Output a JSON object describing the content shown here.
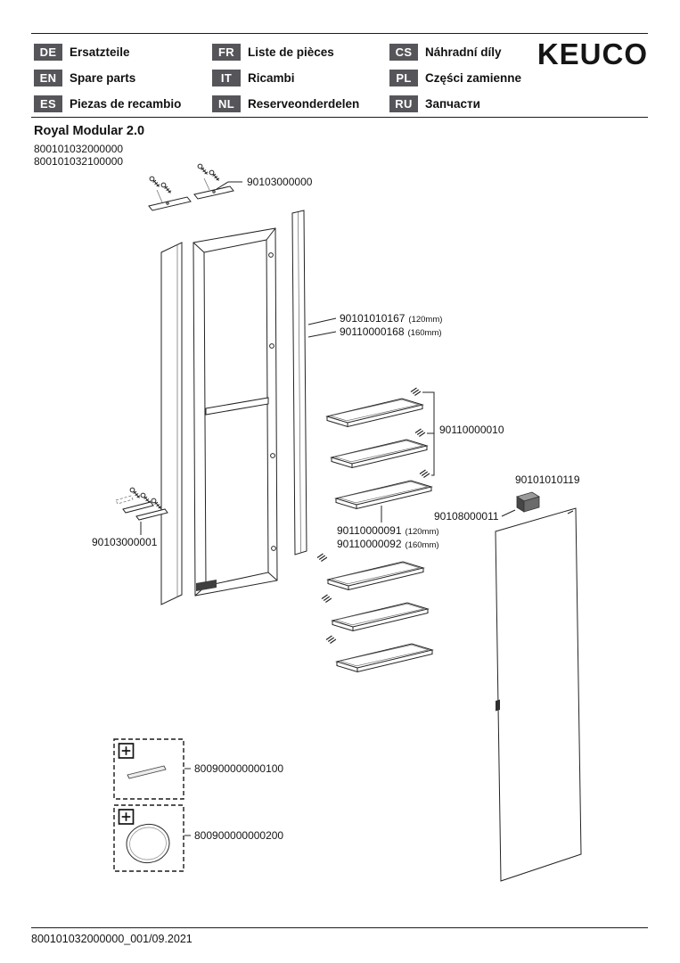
{
  "header": {
    "brand": "KEUCO",
    "languages": [
      {
        "code": "DE",
        "label": "Ersatzteile"
      },
      {
        "code": "EN",
        "label": "Spare parts"
      },
      {
        "code": "ES",
        "label": "Piezas de recambio"
      },
      {
        "code": "FR",
        "label": "Liste de pièces"
      },
      {
        "code": "IT",
        "label": "Ricambi"
      },
      {
        "code": "NL",
        "label": "Reserveonderdelen"
      },
      {
        "code": "CS",
        "label": "Náhradní díly"
      },
      {
        "code": "PL",
        "label": "Części zamienne"
      },
      {
        "code": "RU",
        "label": "Запчасти"
      }
    ]
  },
  "product": {
    "name": "Royal Modular 2.0",
    "codes": [
      "800101032000000",
      "800101032100000"
    ]
  },
  "parts": {
    "top_bracket": "90103000000",
    "profile_a": "90101010167",
    "profile_a_note": "(120mm)",
    "profile_b": "90110000168",
    "profile_b_note": "(160mm)",
    "shelf_set": "90110000010",
    "shelf_a": "90110000091",
    "shelf_a_note": "(120mm)",
    "shelf_b": "90110000092",
    "shelf_b_note": "(160mm)",
    "bottom_bracket": "90103000001",
    "door_catch": "90108000011",
    "door_panel": "90101010119",
    "accessory_strip": "800900000000100",
    "accessory_mirror": "800900000000200"
  },
  "footer": {
    "doc_code": "800101032000000_001/09.2021"
  }
}
